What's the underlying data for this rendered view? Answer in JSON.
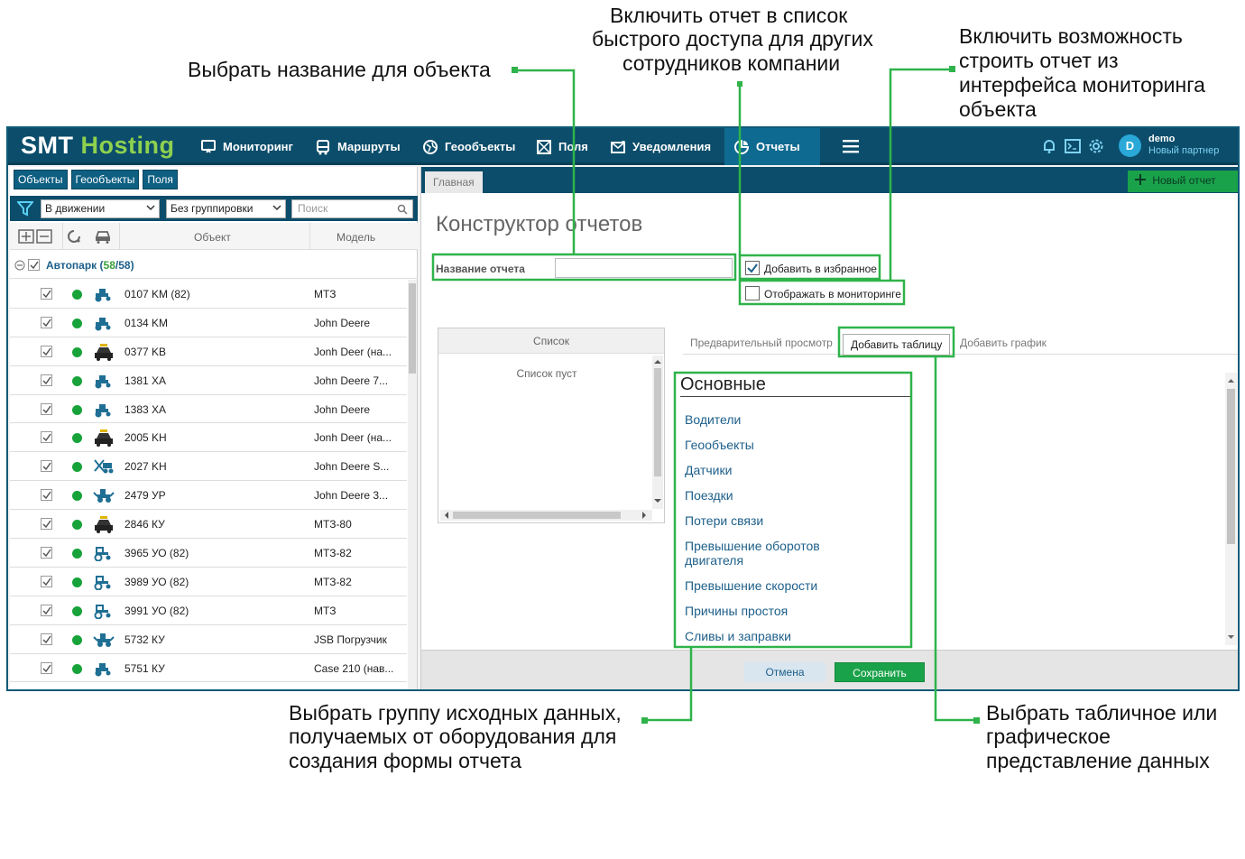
{
  "annotations": {
    "name": "Выбрать название для объекта",
    "share_1": "Включить отчет в список",
    "share_2": "быстрого доступа для других",
    "share_3": "сотрудников  компании",
    "monitor_1": "Включить возможность",
    "monitor_2": "строить отчет из",
    "monitor_3": "интерфейса мониторинга",
    "monitor_4": "объекта",
    "group_1": "Выбрать группу исходных данных,",
    "group_2": "получаемых от оборудования для",
    "group_3": "создания формы отчета",
    "view_1": "Выбрать табличное или",
    "view_2": "графическое",
    "view_3": "представление данных"
  },
  "app": {
    "logo_a": "SMT",
    "logo_b": "Hosting",
    "nav": [
      "Мониторинг",
      "Маршруты",
      "Геообъекты",
      "Поля",
      "Уведомления",
      "Отчеты"
    ],
    "user": {
      "initial": "D",
      "name": "demo",
      "role": "Новый партнер"
    }
  },
  "left": {
    "tabs": [
      "Объекты",
      "Геообъекты",
      "Поля"
    ],
    "filter_state": "В движении",
    "filter_group": "Без группировки",
    "search_placeholder": "Поиск",
    "col_object": "Объект",
    "col_model": "Модель",
    "group_name": "Автопарк",
    "group_count_open": "(",
    "group_count_a": "58",
    "group_count_sep": "/58)",
    "rows": [
      {
        "num": "0107 KM (82)",
        "model": "МТЗ",
        "icon": "tractor"
      },
      {
        "num": "0134 KM",
        "model": "John Deere",
        "icon": "tractor"
      },
      {
        "num": "0377 KB",
        "model": "Jonh Deer (на...",
        "icon": "taxi"
      },
      {
        "num": "1381 XA",
        "model": "John Deere 7...",
        "icon": "tractor"
      },
      {
        "num": "1383 XA",
        "model": "John Deere",
        "icon": "tractor"
      },
      {
        "num": "2005 KH",
        "model": "Jonh Deer (на...",
        "icon": "taxi"
      },
      {
        "num": "2027 KH",
        "model": "John Deere S...",
        "icon": "harvester"
      },
      {
        "num": "2479 УР",
        "model": "John Deere 3...",
        "icon": "loader"
      },
      {
        "num": "2846 КУ",
        "model": "МТЗ-80",
        "icon": "taxi"
      },
      {
        "num": "3965 УО (82)",
        "model": "МТЗ-82",
        "icon": "tractor2"
      },
      {
        "num": "3989 УО (82)",
        "model": "МТЗ-82",
        "icon": "tractor2"
      },
      {
        "num": "3991 УО (82)",
        "model": "МТЗ",
        "icon": "tractor2"
      },
      {
        "num": "5732 КУ",
        "model": "JSB Погрузчик",
        "icon": "loader"
      },
      {
        "num": "5751 КУ",
        "model": "Case 210 (нав...",
        "icon": "tractor"
      }
    ]
  },
  "right": {
    "tab_main": "Главная",
    "new_report": "Новый отчет",
    "title": "Конструктор отчетов",
    "name_label": "Название отчета",
    "favorite_label": "Добавить в избранное",
    "monitor_label": "Отображать в мониторинге",
    "list_header": "Список",
    "list_empty": "Список пуст",
    "subtabs": [
      "Предварительный просмотр",
      "Добавить таблицу",
      "Добавить график"
    ],
    "category_head": "Основные",
    "categories": [
      "Водители",
      "Геообъекты",
      "Датчики",
      "Поездки",
      "Потери связи",
      "Превышение оборотов двигателя",
      "Превышение скорости",
      "Причины простоя",
      "Сливы и заправки"
    ],
    "cancel": "Отмена",
    "save": "Сохранить"
  },
  "colors": {
    "brand_dark": "#0b4d6b",
    "brand_green": "#8ed14f",
    "annotation": "#2fb34a",
    "status": "#17a33a"
  }
}
